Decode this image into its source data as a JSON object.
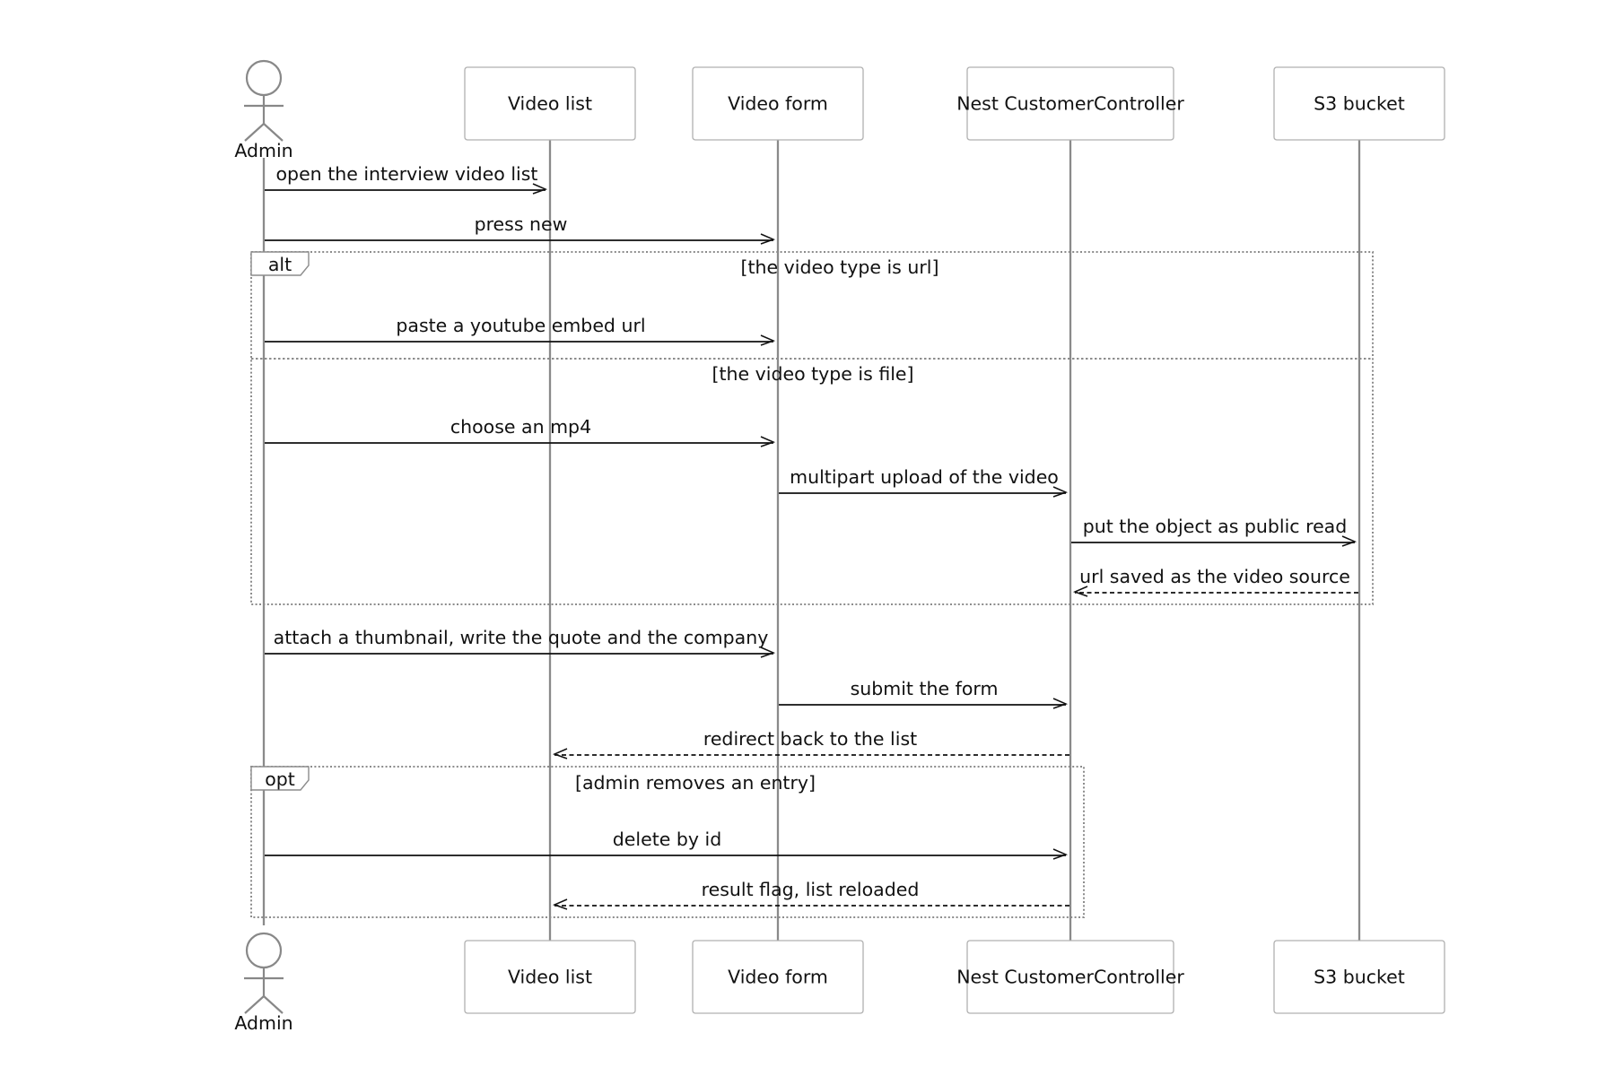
{
  "participants": [
    {
      "id": "admin",
      "label": "Admin",
      "kind": "actor"
    },
    {
      "id": "list",
      "label": "Video list",
      "kind": "box"
    },
    {
      "id": "form",
      "label": "Video form",
      "kind": "box"
    },
    {
      "id": "ctrl",
      "label": "Nest CustomerController",
      "kind": "box"
    },
    {
      "id": "s3",
      "label": "S3 bucket",
      "kind": "box"
    }
  ],
  "messages": [
    {
      "id": "m1",
      "from": "admin",
      "to": "list",
      "label": "open the interview video list",
      "style": "solid"
    },
    {
      "id": "m2",
      "from": "admin",
      "to": "form",
      "label": "press new",
      "style": "solid"
    },
    {
      "id": "m3",
      "from": "admin",
      "to": "form",
      "label": "paste a youtube embed url",
      "style": "solid"
    },
    {
      "id": "m4",
      "from": "admin",
      "to": "form",
      "label": "choose an mp4",
      "style": "solid"
    },
    {
      "id": "m5",
      "from": "form",
      "to": "ctrl",
      "label": "multipart upload of the video",
      "style": "solid"
    },
    {
      "id": "m6",
      "from": "ctrl",
      "to": "s3",
      "label": "put the object as public read",
      "style": "solid"
    },
    {
      "id": "m7",
      "from": "s3",
      "to": "ctrl",
      "label": "url saved as the video source",
      "style": "dashed"
    },
    {
      "id": "m8",
      "from": "admin",
      "to": "form",
      "label": "attach a thumbnail, write the quote and the company",
      "style": "solid"
    },
    {
      "id": "m9",
      "from": "form",
      "to": "ctrl",
      "label": "submit the form",
      "style": "solid"
    },
    {
      "id": "m10",
      "from": "ctrl",
      "to": "list",
      "label": "redirect back to the list",
      "style": "dashed"
    },
    {
      "id": "m11",
      "from": "admin",
      "to": "ctrl",
      "label": "delete by id",
      "style": "solid"
    },
    {
      "id": "m12",
      "from": "ctrl",
      "to": "list",
      "label": "result flag, list reloaded",
      "style": "dashed"
    }
  ],
  "fragments": [
    {
      "id": "alt",
      "keyword": "alt",
      "conditions": [
        "[the video type is url]",
        "[the video type is file]"
      ]
    },
    {
      "id": "opt",
      "keyword": "opt",
      "conditions": [
        "[admin removes an entry]"
      ]
    }
  ]
}
